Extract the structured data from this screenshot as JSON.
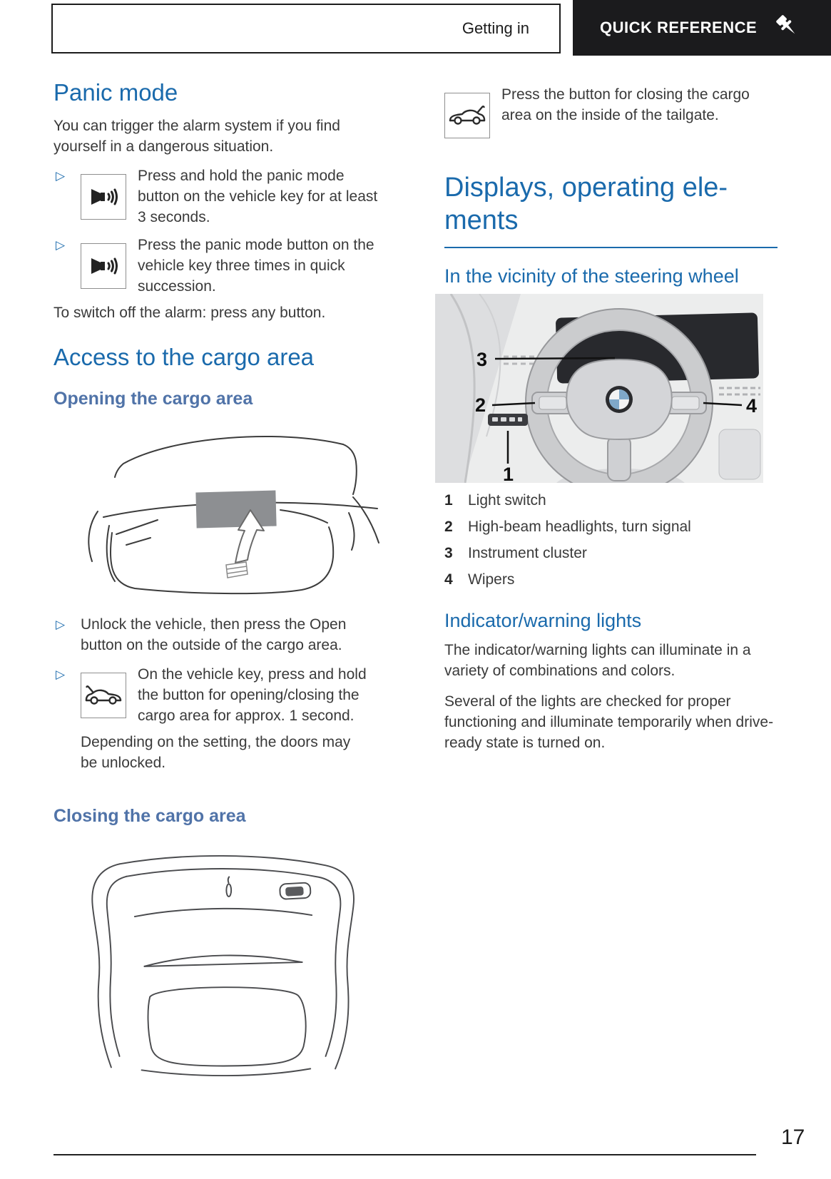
{
  "header": {
    "section_label": "Getting in",
    "tab_label": "QUICK REFERENCE"
  },
  "icons": {
    "tab_icon": "pushpin",
    "panic_icon": "speaker-with-sound-waves",
    "cargo_icon": "car-with-open-tailgate",
    "bullet_marker": "▷"
  },
  "colors": {
    "heading_blue": "#1a6aac",
    "subheading_blue": "#5073a8",
    "body_text": "#3a3a3a",
    "tab_background": "#1b1b1d"
  },
  "left_column": {
    "panic": {
      "title": "Panic mode",
      "intro": "You can trigger the alarm system if you find yourself in a dangerous situation.",
      "bullet1": "Press and hold the panic mode button on the vehicle key for at least 3 seconds.",
      "bullet2": "Press the panic mode button on the vehicle key three times in quick succession.",
      "outro": "To switch off the alarm: press any button."
    },
    "access": {
      "title": "Access to the cargo area"
    },
    "opening": {
      "title": "Opening the cargo area",
      "bullet1": "Unlock the vehicle, then press the Open button on the outside of the cargo area.",
      "bullet2": "On the vehicle key, press and hold the button for opening/closing the cargo area for approx. 1 second.",
      "note": "Depending on the setting, the doors may be unlocked."
    },
    "closing": {
      "title": "Closing the cargo area"
    }
  },
  "right_column": {
    "tailgate_bullet": "Press the button for closing the cargo area on the inside of the tailgate.",
    "displays": {
      "title_line1": "Displays, operating ele-",
      "title_line2": "ments"
    },
    "steering": {
      "title": "In the vicinity of the steering wheel",
      "callouts": [
        "1",
        "2",
        "3",
        "4"
      ],
      "legend": [
        {
          "num": "1",
          "label": "Light switch"
        },
        {
          "num": "2",
          "label": "High-beam headlights, turn signal"
        },
        {
          "num": "3",
          "label": "Instrument cluster"
        },
        {
          "num": "4",
          "label": "Wipers"
        }
      ]
    },
    "indicator": {
      "title": "Indicator/warning lights",
      "para1": "The indicator/warning lights can illuminate in a variety of combinations and colors.",
      "para2": "Several of the lights are checked for proper functioning and illuminate temporarily when drive-ready state is turned on."
    }
  },
  "footer": {
    "page_number": "17"
  }
}
